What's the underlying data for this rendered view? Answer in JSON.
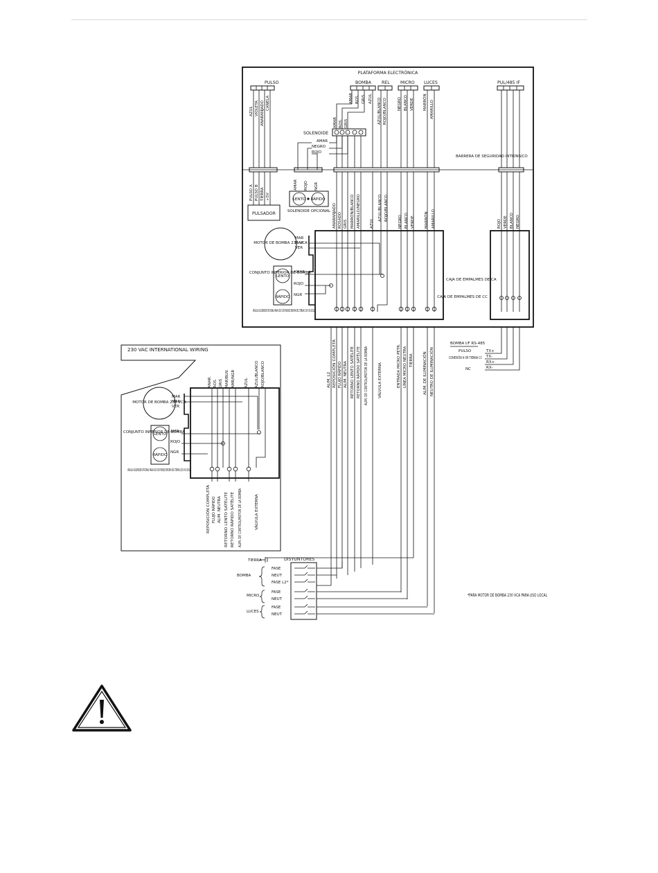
{
  "platform": {
    "title": "PLATAFORMA ELECTRÓNICA",
    "groups": {
      "pulso": "PULSO",
      "bomba": "BOMBA",
      "rel": "REL",
      "micro": "MICRO",
      "luces": "LUCES",
      "pul485": "PUL/485 IF"
    },
    "pulso_wires": [
      "AZUL",
      "VIOLETA",
      "ANARANJADO",
      "CANELA"
    ],
    "bomba_wires": [
      "AMAR",
      "ROS.",
      "GRIS",
      "AZUL"
    ],
    "rel_wires": [
      "AZUL/BLANCO",
      "ROJO/BLANCO"
    ],
    "micro_wires": [
      "NEGRO",
      "BLANCO",
      "VERDE"
    ],
    "luces_wires": [
      "MARRÓN",
      "AMARILLO"
    ],
    "solenoid_label": "SOLENOIDE",
    "solenoid_wires": [
      "AMAR",
      "ROS.",
      "GRIS",
      "AMAR",
      "NEGRO",
      "ROJO"
    ],
    "barrier": "BARRERA DE SEGURIDAD INTRÍNSICO",
    "pulse_lines": [
      "PULSO A",
      "PULSO B",
      "TIERRA",
      "+5V"
    ],
    "pulsador": "PULSADOR",
    "opt_solenoid": "SOLENOIDE OPCIONAL",
    "opt_sol_wires": [
      "AMAR",
      "ROJO",
      "NGR"
    ],
    "lento": "LENTO",
    "rapido": "RÁPIDO",
    "ac_box_wires": [
      "ANARANJADO",
      "ROSADO",
      "GRIS",
      "MARRÓN/BLANCO",
      "AMARILLO/NEGRO",
      "AZUL",
      "AZUL/BLANCO",
      "ROJO/BLANCO",
      "NEGRO",
      "BLANCO",
      "VERDE",
      "MARRÓN",
      "AMARILLO"
    ],
    "dc_box_wires": [
      "ROJO",
      "VERDE",
      "BLANCO",
      "NEGRO"
    ],
    "motor": "MOTOR DE BOMBA 230 VCA",
    "motor_wires": [
      "MAR",
      "MAR",
      "VER"
    ],
    "lower": "CONJUNTO INFERIOR DE BOMBA",
    "lower_wires": [
      "AMAR",
      "ROJO",
      "NGR"
    ],
    "valve": "VÁLVULA SOLENOIDE OPCIONAL PARA USO CON TANQUE ENCIMA DEL TIERRA (230 VCA SÓLO)",
    "ac_box": "CAJA DE EMPALMES DE CA",
    "dc_box": "CAJA DE EMPALMES DE CC",
    "bottom_labels": [
      "ALIM. L2",
      "REPOSICIÓN COMPLETA",
      "FLUJO RÁPIDO",
      "ALIM. NEUTRA",
      "RETORNO LENTO SATÉLITE",
      "RETORNO RÁPIDO SATÉLITE",
      "ALIM. DE CONTROL/MOTOR DE LA BOMBA",
      "VÁLVULA EXTERNA",
      "ENTRADA MICRO PETR.",
      "LÍNEA MICRO NEUTRA",
      "TIERRA",
      "ALIM. DE ILUMINACIÓN",
      "NEUTRO DE ILUMINACIÓN"
    ],
    "rs485": {
      "title": "BOMBA I/F RS-485",
      "pulso": "PULSO",
      "conexion": "CONEXIÓN A OR TIERRA CC",
      "nc": "NC",
      "signals": [
        "TX+",
        "TX-",
        "RX+",
        "RX-"
      ]
    }
  },
  "intl": {
    "title": "230 VAC INTERNATIONAL WIRING",
    "top_wires": [
      "ANAR.",
      "ROS.",
      "GRIS",
      "MAR/BLN.",
      "AMR/NGR",
      "AZUL",
      "AZUL/BLANCO",
      "ROJO/BLANCO"
    ],
    "motor": "MOTOR DE BOMBA 230 VCA",
    "motor_wires": [
      "MAR",
      "MAR",
      "VER"
    ],
    "lower": "CONJUNTO INFERIOR DE BOMBA",
    "lower_wires": [
      "AMR",
      "ROJO",
      "NGR"
    ],
    "lento": "LENTO",
    "rapido": "RÁPIDO",
    "valve": "VÁLVULA SOLENOIDE OPCIONAL PARA USO CON TANQUE ENCIMA DEL TIERRA (230 VCA SÓLO)",
    "bottom_labels": [
      "REPOSICIÓN COMPLETA",
      "FLUJO RÁPIDO",
      "ALIM. NEUTRA",
      "RETORNO LENTO SATÉLITE",
      "RETORNO RÁPIDO SATÉLITE",
      "ALIM. DE CONTROL/MOTOR DE LA BOMBA",
      "VÁLVULA EXTERNA"
    ]
  },
  "breakers": {
    "title": "DISYUNTORES",
    "tierra": "TIERRA",
    "bomba": "BOMBA",
    "micro": "MICRO",
    "luces": "LUCES",
    "fase": "FASE",
    "neut": "NEUT",
    "fase_l2": "FASE L2*"
  },
  "note": "*PARA MOTOR DE BOMBA 230 VCA PARA USO LOCAL"
}
